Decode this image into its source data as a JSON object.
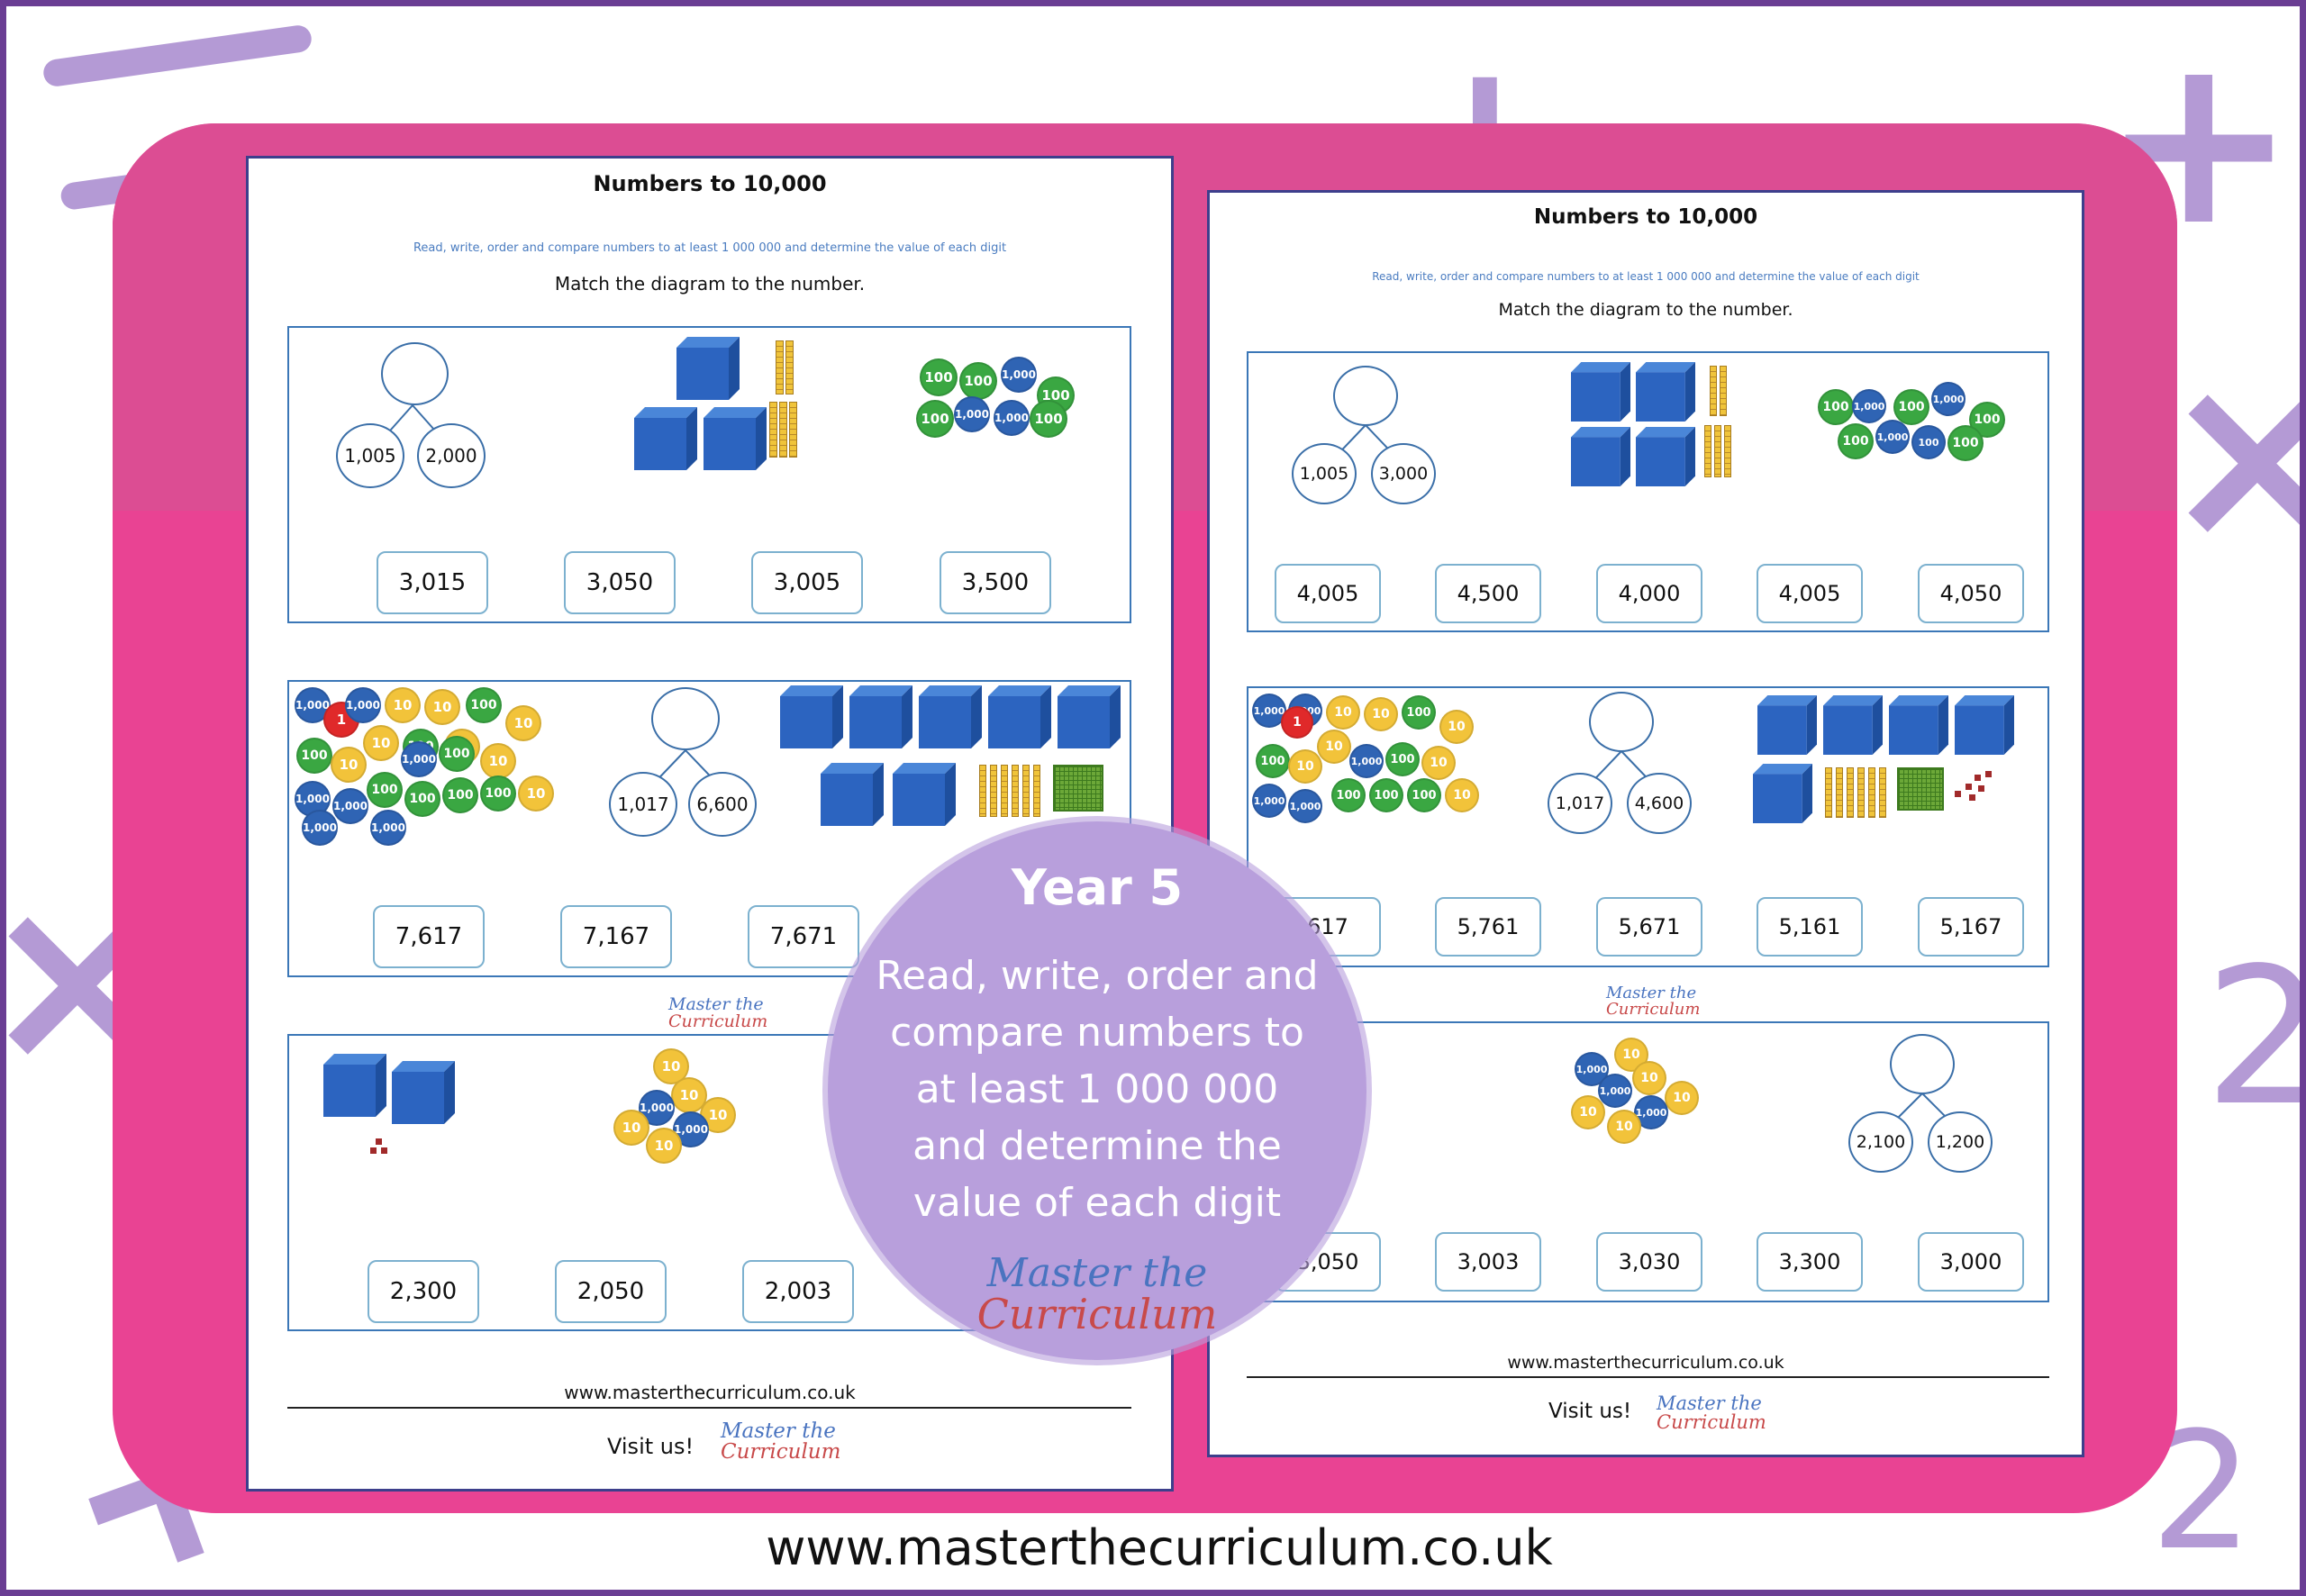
{
  "title": "Numbers to 10,000",
  "objective": "Read, write, order and compare numbers to at least 1 000 000 and determine the value of each digit",
  "instruction": "Match the diagram to the number.",
  "left_sheet": {
    "q1": {
      "parts": [
        "1,005",
        "2,000"
      ],
      "coins": [
        "100",
        "100",
        "1,000",
        "100",
        "100",
        "1,000",
        "1,000",
        "100"
      ],
      "options": [
        "3,015",
        "3,050",
        "3,005",
        "3,500"
      ]
    },
    "q2": {
      "coins": [
        "1,000",
        "1",
        "1,000",
        "10",
        "10",
        "100",
        "10",
        "100",
        "10",
        "10",
        "100",
        "10",
        "1,000",
        "100",
        "10",
        "100",
        "1,000",
        "1,000",
        "100",
        "100",
        "100",
        "10",
        "1,000",
        "1,000"
      ],
      "parts": [
        "1,017",
        "6,600"
      ],
      "options": [
        "7,617",
        "7,167",
        "7,671"
      ]
    },
    "q3": {
      "coins": [
        "10",
        "10",
        "1,000",
        "10",
        "10",
        "1,000",
        "10"
      ],
      "options": [
        "2,300",
        "2,050",
        "2,003"
      ]
    }
  },
  "right_sheet": {
    "q1": {
      "parts": [
        "1,005",
        "3,000"
      ],
      "coins": [
        "100",
        "1,000",
        "100",
        "1,000",
        "100",
        "100",
        "1,000",
        "100",
        "100"
      ],
      "options": [
        "4,005",
        "4,500",
        "4,000",
        "4,005",
        "4,050"
      ]
    },
    "q2": {
      "coins": [
        "1,000",
        "1,000",
        "10",
        "10",
        "100",
        "10",
        "1",
        "10",
        "100",
        "10",
        "1,000",
        "100",
        "10",
        "1,000",
        "1,000",
        "100",
        "100",
        "100",
        "10"
      ],
      "parts": [
        "1,017",
        "4,600"
      ],
      "options": [
        "617",
        "5,761",
        "5,671",
        "5,161",
        "5,167"
      ]
    },
    "q3": {
      "coins": [
        "10",
        "1,000",
        "10",
        "1,000",
        "10",
        "10",
        "1,000",
        "10"
      ],
      "parts": [
        "2,100",
        "1,200"
      ],
      "options": [
        "3,050",
        "3,003",
        "3,030",
        "3,300",
        "3,000"
      ]
    }
  },
  "sheet_url": "www.masterthecurriculum.co.uk",
  "visit_label": "Visit us!",
  "logo": {
    "line1": "Master the",
    "line2": "Curriculum"
  },
  "badge": {
    "year": "Year 5",
    "description": "Read, write, order and compare numbers to at least 1 000 000 and determine the value of each digit"
  },
  "footer_url": "www.masterthecurriculum.co.uk",
  "colors": {
    "frame": "#6a3d93",
    "pink": "#e94393",
    "lilac": "#b89fdc",
    "box_border": "#3b77b7"
  }
}
